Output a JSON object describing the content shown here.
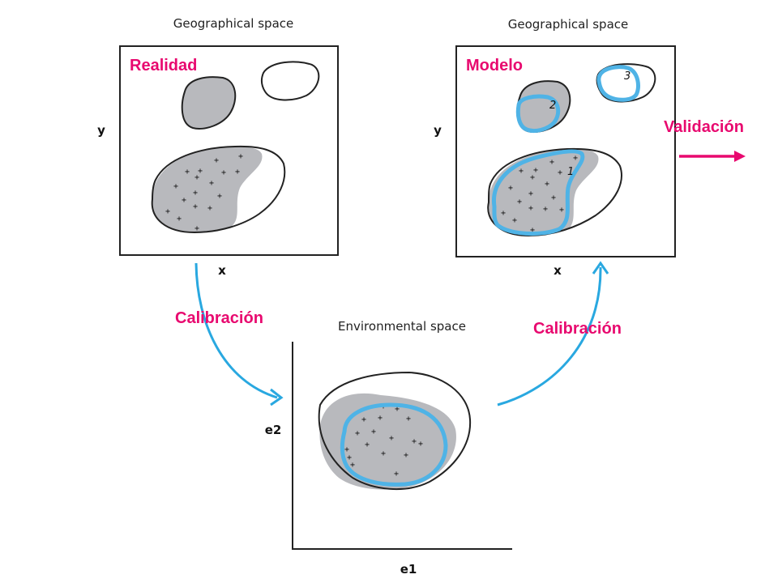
{
  "colors": {
    "accent_pink": "#e8096f",
    "model_blue": "#4fb3e6",
    "arrow_blue": "#29a8e0",
    "suitable_gray": "#b8b9bd"
  },
  "panels": {
    "reality": {
      "title": "Geographical space",
      "tag": "Realidad",
      "x_label": "x",
      "y_label": "y"
    },
    "model": {
      "title": "Geographical space",
      "tag": "Modelo",
      "x_label": "x",
      "y_label": "y",
      "regions": [
        "1",
        "2",
        "3"
      ]
    },
    "environment": {
      "title": "Environmental space",
      "x_label": "e1",
      "y_label": "e2"
    }
  },
  "labels": {
    "calibration_left": "Calibración",
    "calibration_right": "Calibración",
    "validation": "Validación"
  }
}
